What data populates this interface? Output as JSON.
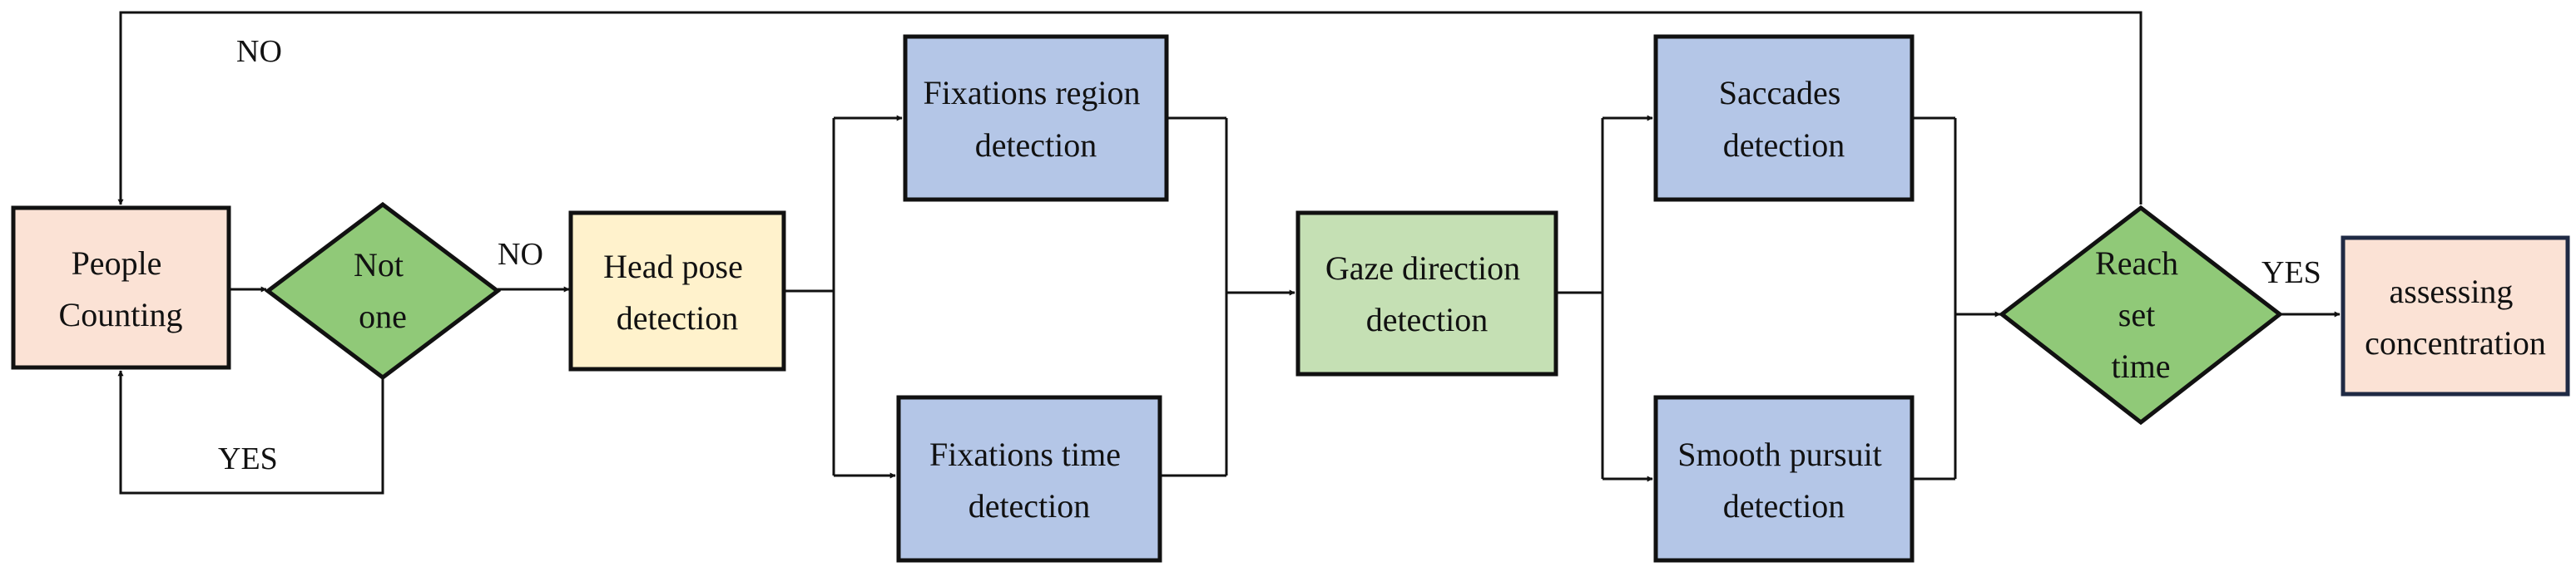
{
  "colors": {
    "peach": "#fbe2d5",
    "yellow": "#fff2cc",
    "blue": "#b4c6e7",
    "green": "#c5e0b4",
    "diamond_green": "#90c978",
    "stroke": "#111111"
  },
  "nodes": {
    "people_counting": [
      "People",
      "Counting"
    ],
    "not_one": [
      "Not",
      "one"
    ],
    "head_pose": [
      "Head pose",
      "detection"
    ],
    "fixations_region": [
      "Fixations region",
      "detection"
    ],
    "fixations_time": [
      "Fixations time",
      "detection"
    ],
    "gaze_direction": [
      "Gaze direction",
      "detection"
    ],
    "saccades": [
      "Saccades",
      "detection"
    ],
    "smooth_pursuit": [
      "Smooth pursuit",
      "detection"
    ],
    "reach_set_time": [
      "Reach",
      "set",
      "time"
    ],
    "assessing": [
      "assessing",
      "concentration"
    ]
  },
  "edge_labels": {
    "no_top": "NO",
    "no_right": "NO",
    "yes_bottom": "YES",
    "yes_right": "YES"
  }
}
